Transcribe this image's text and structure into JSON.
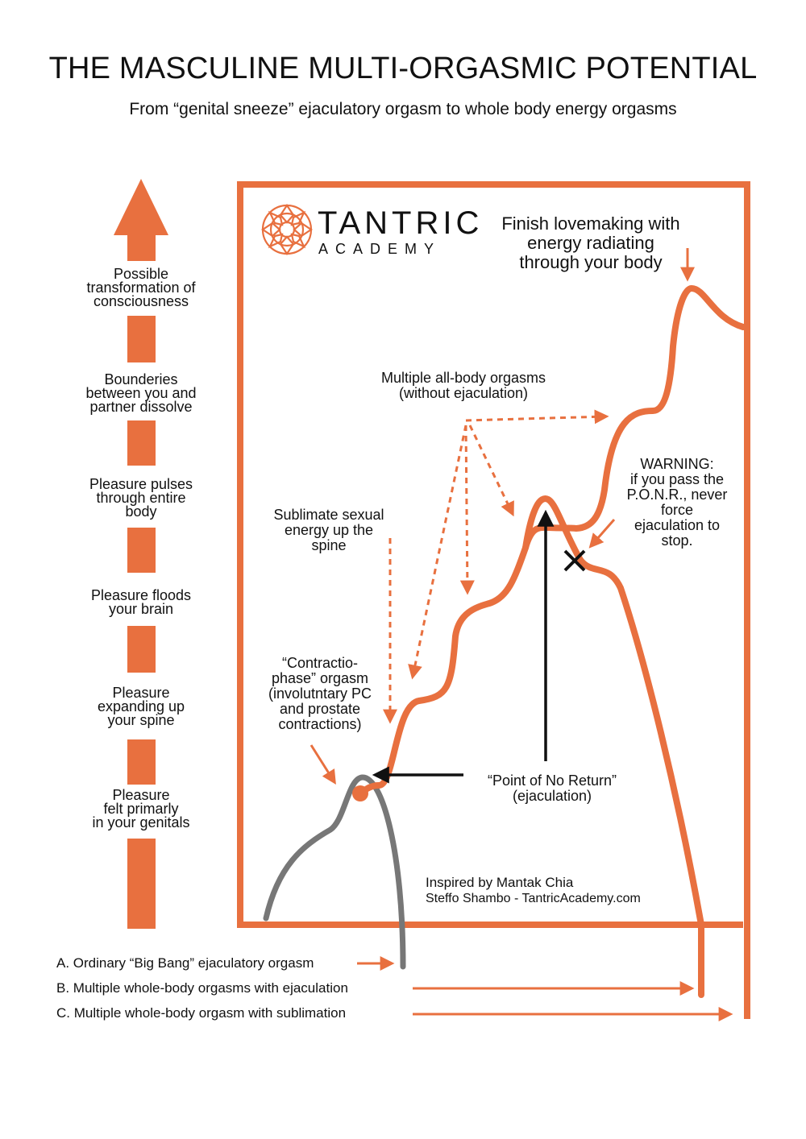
{
  "title": "THE MASCULINE MULTI-ORGASMIC POTENTIAL",
  "subtitle": "From “genital sneeze” ejaculatory orgasm to whole body energy orgasms",
  "colors": {
    "accent": "#e8703f",
    "gray": "#777777",
    "text": "#111111"
  },
  "logo": {
    "name": "TANTRIC",
    "sub": "ACADEMY",
    "icon": "mandala-icon"
  },
  "scale_levels": [
    "Possible\ntransformation of\nconsciousness",
    "Bounderies\nbetween you and\npartner dissolve",
    "Pleasure pulses\nthrough entire\nbody",
    "Pleasure floods\nyour brain",
    "Pleasure\nexpanding up\nyour spine",
    "Pleasure\nfelt primarly\nin your genitals"
  ],
  "annotations": {
    "finish": "Finish lovemaking with\nenergy radiating\nthrough your body",
    "multiple": "Multiple all-body orgasms\n(without ejaculation)",
    "warning": "WARNING:\nif you pass the\nP.O.N.R., never\nforce\nejaculation to\nstop.",
    "sublimate": "Sublimate sexual\nenergy up the\nspine",
    "contraction": "“Contractio-\nphase” orgasm\n(involutntary PC\nand prostate\ncontractions)",
    "ponr": "“Point of No Return”\n(ejaculation)"
  },
  "credits": {
    "inspired": "Inspired by Mantak Chia",
    "author": "Steffo Shambo - TantricAcademy.com"
  },
  "legend": [
    "A. Ordinary “Big Bang” ejaculatory orgasm",
    "B. Multiple whole-body orgasms with ejaculation",
    "C. Multiple whole-body orgasm with sublimation"
  ]
}
